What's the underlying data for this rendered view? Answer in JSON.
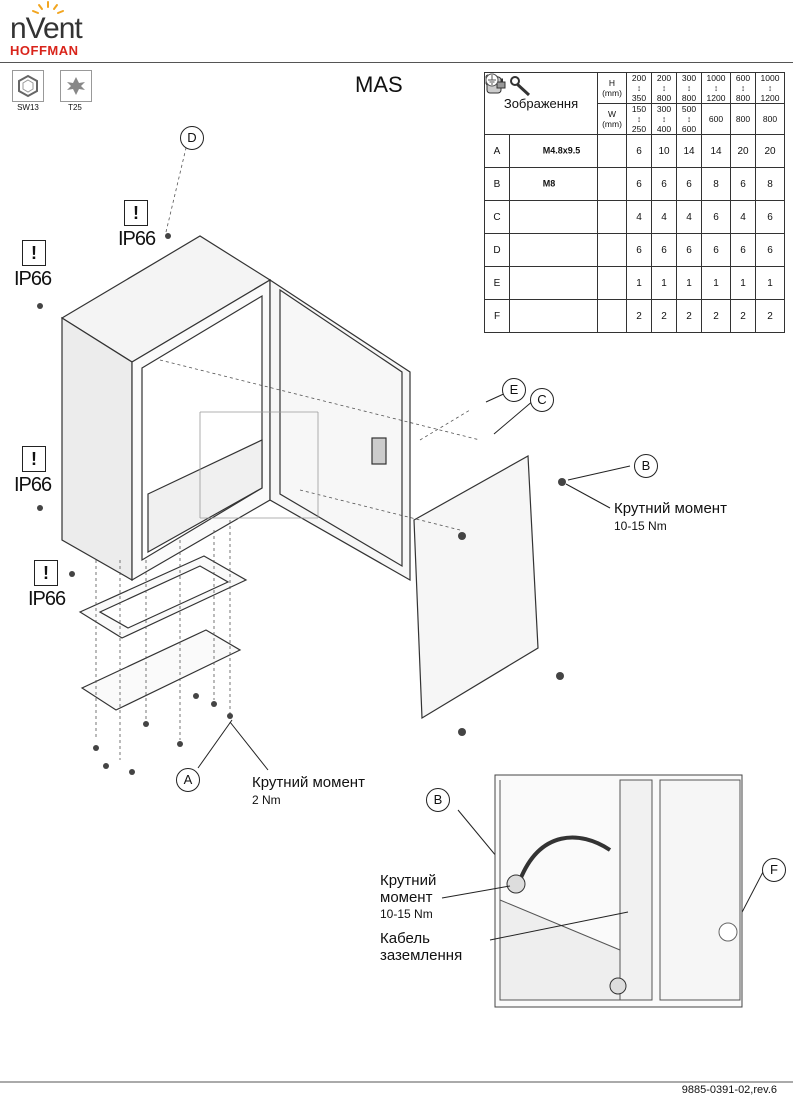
{
  "brand": {
    "name": "nVent",
    "sub": "HOFFMAN"
  },
  "tools": [
    {
      "label": "SW13"
    },
    {
      "label": "T25"
    }
  ],
  "title": "MAS",
  "table": {
    "image_header": "Зображення",
    "h_label": "H\n(mm)",
    "w_label": "W\n(mm)",
    "h_ranges": [
      "200\n↕\n350",
      "200\n↕\n800",
      "300\n↕\n800",
      "1000\n↕\n1200",
      "600\n↕\n800",
      "1000\n↕\n1200"
    ],
    "w_ranges": [
      "150\n↕\n250",
      "300\n↕\n400",
      "500\n↕\n600",
      "600",
      "800",
      "800"
    ],
    "rows": [
      {
        "letter": "A",
        "part": "M4.8x9.5",
        "values": [
          "6",
          "10",
          "14",
          "14",
          "20",
          "20"
        ]
      },
      {
        "letter": "B",
        "part": "M8",
        "values": [
          "6",
          "6",
          "6",
          "8",
          "6",
          "8"
        ]
      },
      {
        "letter": "C",
        "part": "",
        "values": [
          "4",
          "4",
          "4",
          "6",
          "4",
          "6"
        ]
      },
      {
        "letter": "D",
        "part": "",
        "values": [
          "6",
          "6",
          "6",
          "6",
          "6",
          "6"
        ]
      },
      {
        "letter": "E",
        "part": "",
        "values": [
          "1",
          "1",
          "1",
          "1",
          "1",
          "1"
        ]
      },
      {
        "letter": "F",
        "part": "",
        "values": [
          "2",
          "2",
          "2",
          "2",
          "2",
          "2"
        ]
      }
    ]
  },
  "warnings": [
    {
      "mark": "!",
      "text": "IP66"
    },
    {
      "mark": "!",
      "text": "IP66"
    },
    {
      "mark": "!",
      "text": "IP66"
    },
    {
      "mark": "!",
      "text": "IP66"
    }
  ],
  "callouts": {
    "a": "A",
    "b": "B",
    "c": "C",
    "d": "D",
    "e": "E",
    "b2": "B",
    "f": "F"
  },
  "notes": {
    "torque_b_title": "Крутний момент",
    "torque_b_value": "10-15 Nm",
    "torque_a_title": "Крутний момент",
    "torque_a_value": "2 Nm",
    "detail_torque_line1": "Крутний",
    "detail_torque_line2": "момент",
    "detail_torque_value": "10-15 Nm",
    "detail_cable_line1": "Кабель",
    "detail_cable_line2": "заземлення"
  },
  "footer": "9885-0391-02,rev.6"
}
